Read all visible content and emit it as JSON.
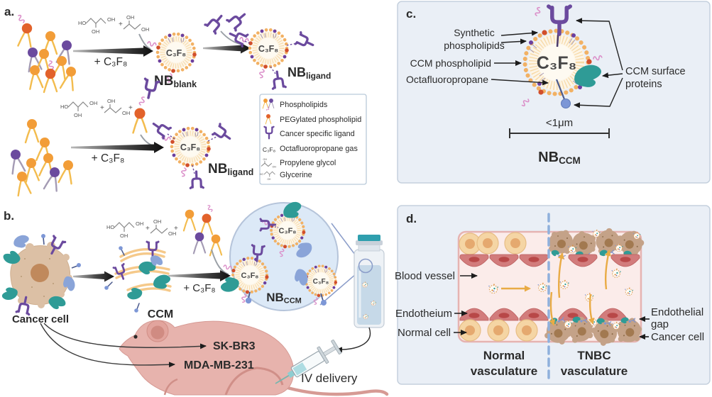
{
  "panel_a": {
    "label": "a.",
    "plus_c3f8": "+ C₃F₈",
    "c3f8": "C₃F₈",
    "nb": "NB",
    "sub_blank": "blank",
    "sub_ligand": "ligand"
  },
  "chem": {
    "ho": "HO",
    "oh": "OH",
    "plus": "+"
  },
  "legend": {
    "items": [
      "Phospholipids",
      "PEGylated phospholipid",
      "Cancer specific ligand",
      "Octafluoropropane gas",
      "Propylene glycol",
      "Glycerine"
    ],
    "c3f8_icon": "C₃F₈"
  },
  "panel_b": {
    "label": "b.",
    "cancer_cell": "Cancer cell",
    "ccm": "CCM",
    "plus_c3f8": "+ C₃F₈",
    "c3f8": "C₃F₈",
    "nb": "NB",
    "sub_ccm": "CCM",
    "sk_br3": "SK-BR3",
    "mda_mb_231": "MDA-MB-231",
    "iv_delivery": "IV delivery"
  },
  "panel_c": {
    "label": "c.",
    "synthetic_line1": "Synthetic",
    "synthetic_line2": "phospholipids",
    "ccm_phospholipid": "CCM phospholipid",
    "octafluoropropane": "Octafluoropropane",
    "surface_line1": "CCM surface",
    "surface_line2": "proteins",
    "c3f8": "C₃F₈",
    "size": "<1μm",
    "nb": "NB",
    "sub_ccm": "CCM"
  },
  "panel_d": {
    "label": "d.",
    "blood_vessel": "Blood vessel",
    "endothelium": "Endotheium",
    "normal_cell": "Normal cell",
    "gap_line1": "Endothelial",
    "gap_line2": "gap",
    "cancer_cell": "Cancer cell",
    "normal_line1": "Normal",
    "normal_line2": "vasculature",
    "tnbc_line1": "TNBC",
    "tnbc_line2": "vasculature"
  },
  "palette": {
    "lipid_orange": "#f29d38",
    "lipid_tail": "#f3bc4e",
    "lipid_purple": "#6b4a9e",
    "peg_head": "#e2622b",
    "peg_squiggle": "#db8fc9",
    "bubble_shell": "#f2b164",
    "protein_teal": "#2f9b96",
    "protein_blue": "#7d97d6",
    "panel_bg": "#eaeff6",
    "vessel_fill": "#fbecea",
    "endothelium": "#d27c7c",
    "normal_cell": "#f5d5a4",
    "cancer_cell": "#c4a288",
    "arrow_yellow": "#e9ab45",
    "divider_blue": "#8fb0dc"
  }
}
